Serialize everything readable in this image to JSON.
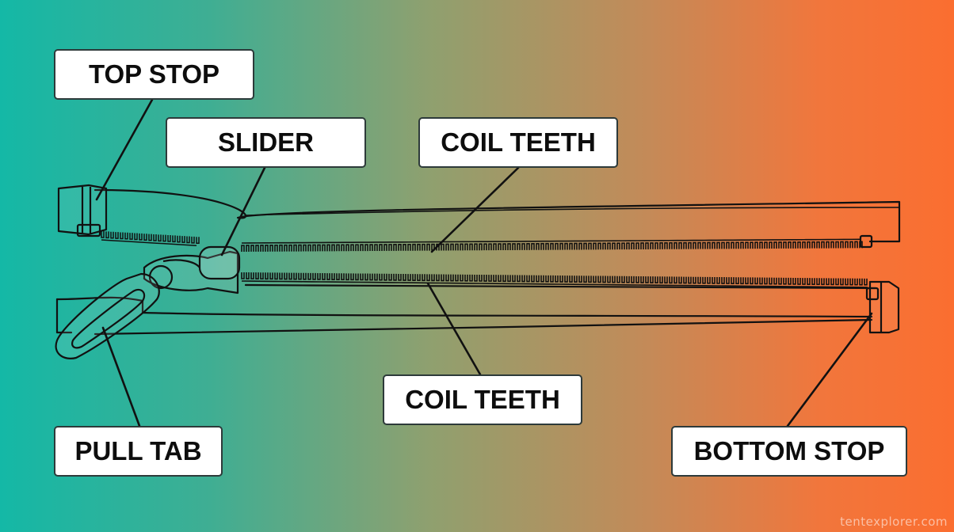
{
  "labels": {
    "top_stop": "TOP STOP",
    "slider": "SLIDER",
    "coil_teeth_top": "COIL TEETH",
    "coil_teeth_bottom": "COIL TEETH",
    "pull_tab": "PULL TAB",
    "bottom_stop": "BOTTOM STOP"
  },
  "watermark": "tentexplorer.com",
  "colors": {
    "gradient_start": "#14b8a6",
    "gradient_end": "#fb6e30",
    "line": "#111111",
    "label_bg": "#ffffff"
  }
}
